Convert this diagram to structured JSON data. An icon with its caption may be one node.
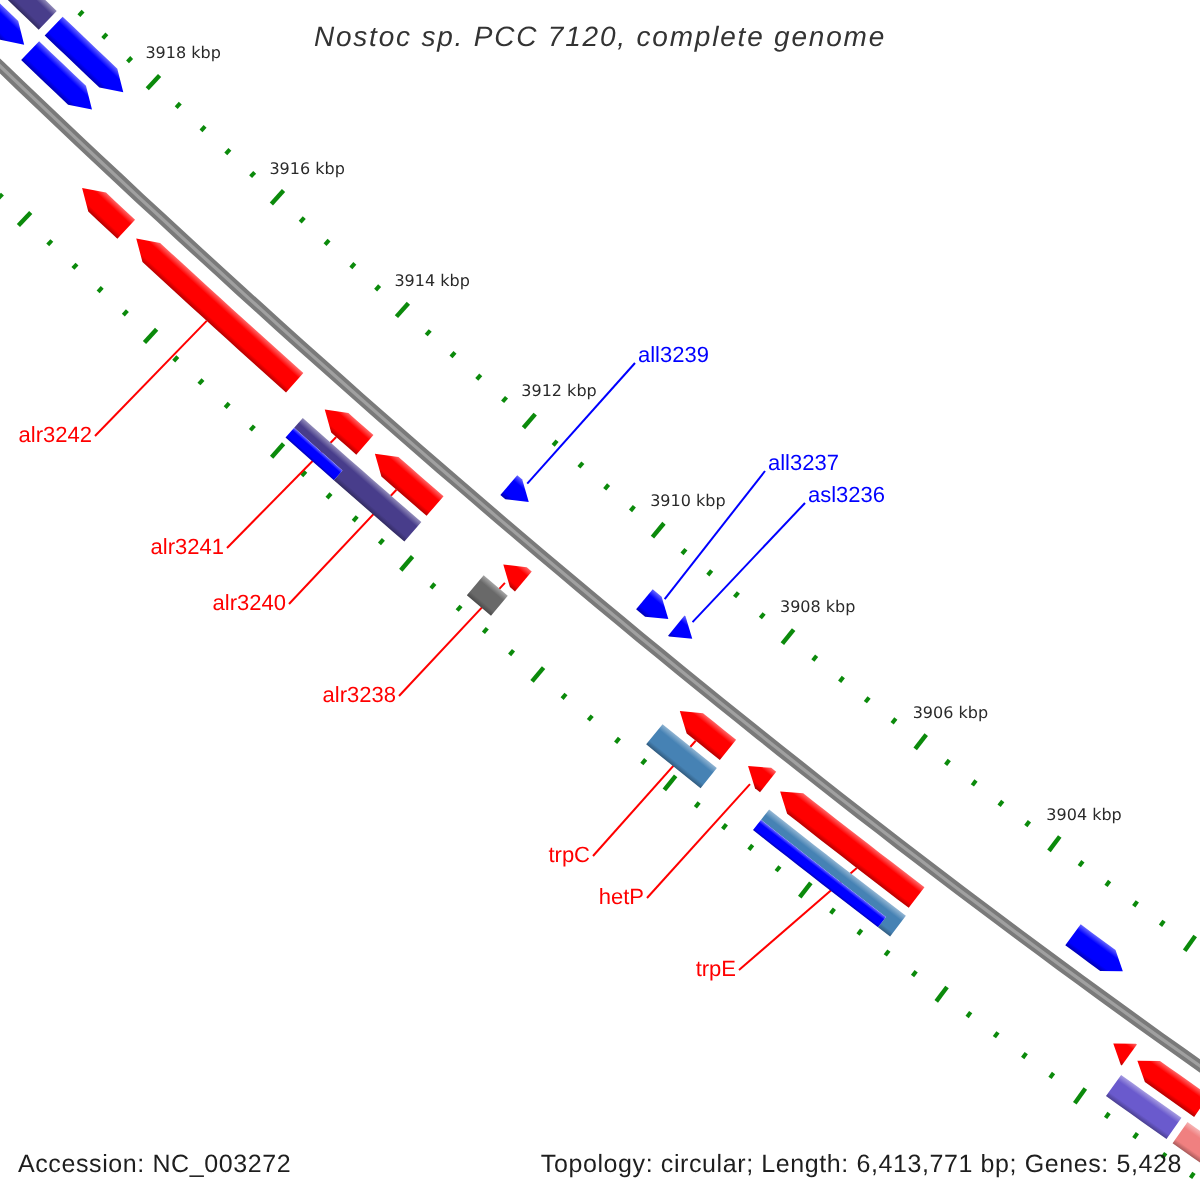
{
  "diagram": {
    "title": "Nostoc sp. PCC 7120, complete genome",
    "nodes": [
      {
        "text": [
          "all3239"
        ]
      },
      {
        "text": [],
        "shape": "arrow"
      },
      {
        "text": [
          "alr3242"
        ]
      },
      {
        "text": [],
        "shape": "arrow"
      },
      {
        "text": [
          "all3237"
        ]
      },
      {
        "text": [],
        "shape": "arrow"
      },
      {
        "text": [
          "asl3236"
        ]
      },
      {
        "text": [],
        "shape": "arrow"
      },
      {
        "text": [
          "alr3241"
        ]
      },
      {
        "text": [],
        "shape": "arrow"
      },
      {
        "text": [
          "alr3240"
        ]
      },
      {
        "text": [],
        "shape": "arrow"
      },
      {
        "text": [
          "alr3238"
        ]
      },
      {
        "text": [],
        "shape": "arrow"
      },
      {
        "text": [
          "trpC"
        ]
      },
      {
        "text": [],
        "shape": "arrow"
      },
      {
        "text": [
          "hetP"
        ]
      },
      {
        "text": [],
        "shape": "arrow"
      },
      {
        "text": [
          "trpE"
        ]
      },
      {
        "text": [],
        "shape": "arrow"
      },
      {
        "text": [],
        "shape": "arrow"
      },
      {
        "text": [],
        "shape": "arrow"
      },
      {
        "text": [],
        "shape": "bar"
      },
      {
        "text": [],
        "shape": "arrow"
      },
      {
        "text": [],
        "shape": "arrow"
      },
      {
        "text": [],
        "shape": "arrow"
      },
      {
        "text": [],
        "shape": "arrow"
      },
      {
        "text": [],
        "shape": "arrow"
      },
      {
        "text": [],
        "shape": "bar"
      },
      {
        "text": [],
        "shape": "bar"
      },
      {
        "text": [],
        "shape": "bar"
      },
      {
        "text": [],
        "shape": "bar"
      },
      {
        "text": [],
        "shape": "bar"
      },
      {
        "text": [],
        "shape": "bar"
      },
      {
        "text": [],
        "shape": "bar"
      },
      {
        "text": [],
        "shape": "bar"
      }
    ],
    "edges": [
      {
        "from": 0,
        "to": 1,
        "arrow": "none",
        "color": "#0000ff"
      },
      {
        "from": 2,
        "to": 3,
        "arrow": "none"
      },
      {
        "from": 4,
        "to": 5,
        "arrow": "none",
        "color": "#0000ff"
      },
      {
        "from": 6,
        "to": 7,
        "arrow": "none",
        "color": "#0000ff"
      },
      {
        "from": 8,
        "to": 9,
        "arrow": "none"
      },
      {
        "from": 10,
        "to": 11,
        "arrow": "none"
      },
      {
        "from": 12,
        "to": 13,
        "arrow": "none"
      },
      {
        "from": 14,
        "to": 15,
        "arrow": "none"
      },
      {
        "from": 16,
        "to": 17,
        "arrow": "none"
      },
      {
        "from": 18,
        "to": 19,
        "arrow": "none"
      }
    ],
    "labels": [
      "3918 kbp",
      "3916 kbp",
      "3914 kbp",
      "3912 kbp",
      "3910 kbp",
      "3908 kbp",
      "3906 kbp",
      "3904 kbp",
      "Accession: NC_003272",
      "Topology: circular; Length: 6,413,771 bp; Genes: 5,428"
    ]
  }
}
